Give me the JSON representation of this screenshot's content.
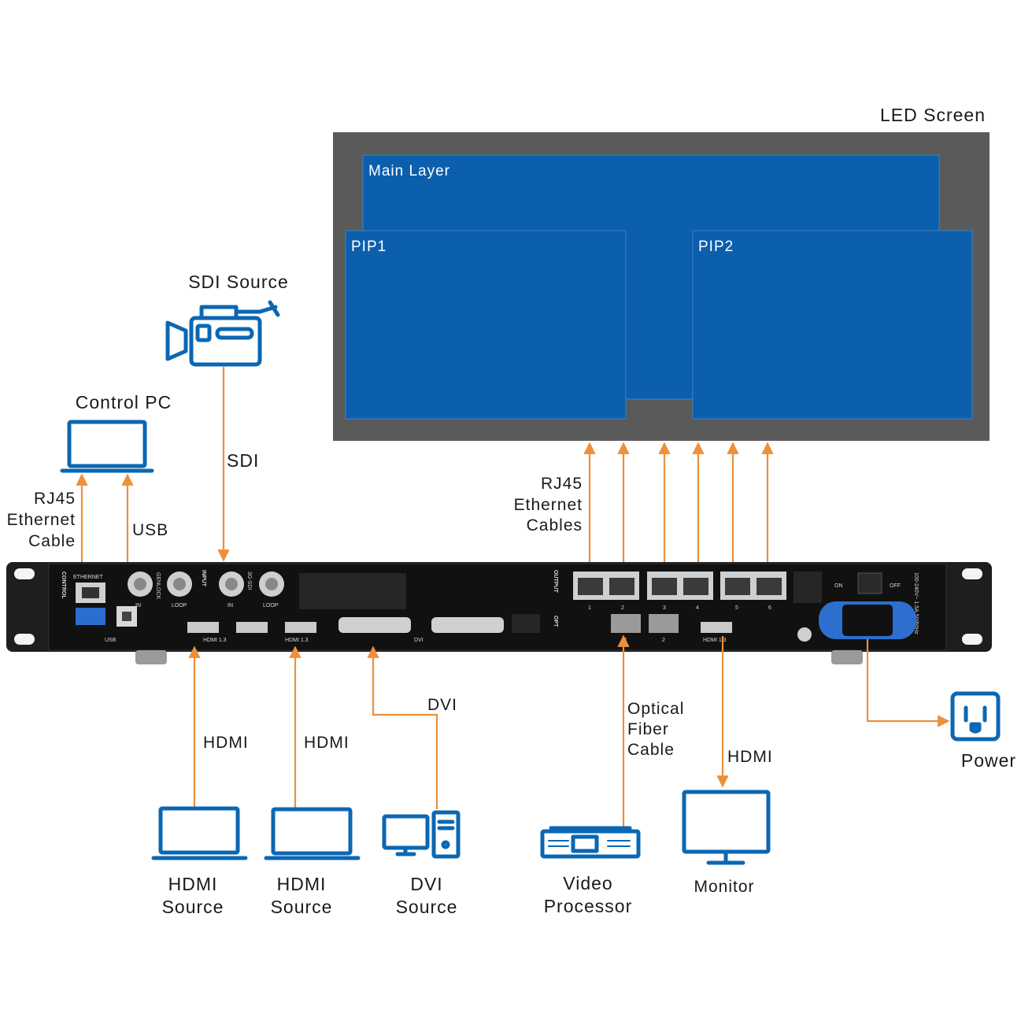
{
  "colors": {
    "screen_frame": "#5a5a5a",
    "layer_blue": "#0b5fad",
    "wire": "#ee8f3a",
    "icon": "#0b67b3",
    "chassis": "#1e1e1e"
  },
  "screen": {
    "title": "LED Screen",
    "main_layer": "Main Layer",
    "pip1": "PIP1",
    "pip2": "PIP2"
  },
  "sources": {
    "sdi": "SDI Source",
    "sdi_link": "SDI",
    "control_pc": "Control PC",
    "rj45_link": [
      "RJ45",
      "Ethernet",
      "Cable"
    ],
    "usb_link": "USB",
    "output_link": [
      "RJ45",
      "Ethernet",
      "Cables"
    ],
    "hdmi_link_1": "HDMI",
    "hdmi_link_2": "HDMI",
    "dvi_link": "DVI",
    "fiber_link": [
      "Optical",
      "Fiber",
      "Cable"
    ],
    "monitor_link": "HDMI",
    "hdmi_source_1": [
      "HDMI",
      "Source"
    ],
    "hdmi_source_2": [
      "HDMI",
      "Source"
    ],
    "dvi_source": [
      "DVI",
      "Source"
    ],
    "video_processor": [
      "Video",
      "Processor"
    ],
    "monitor": "Monitor",
    "power": "Power"
  },
  "device": {
    "control": "CONTROL",
    "ethernet": "ETHERNET",
    "usb": "USB",
    "genlock": "GENLOCK",
    "in": "IN",
    "loop": "LOOP",
    "input": "INPUT",
    "sdi": "3G-SDI",
    "hdmi13": "HDMI 1.3",
    "dvi": "DVI",
    "output": "OUTPUT",
    "opt": "OPT",
    "on": "ON",
    "off": "OFF",
    "rating": "100-240V~ 1.5A,50/60Hz",
    "ports": [
      "1",
      "2",
      "3",
      "4",
      "5",
      "6"
    ],
    "opt_ports": [
      "1",
      "2"
    ]
  },
  "icons": [
    "camera-icon",
    "laptop-icon",
    "desktop-pc-icon",
    "video-processor-icon",
    "monitor-icon",
    "power-outlet-icon"
  ]
}
